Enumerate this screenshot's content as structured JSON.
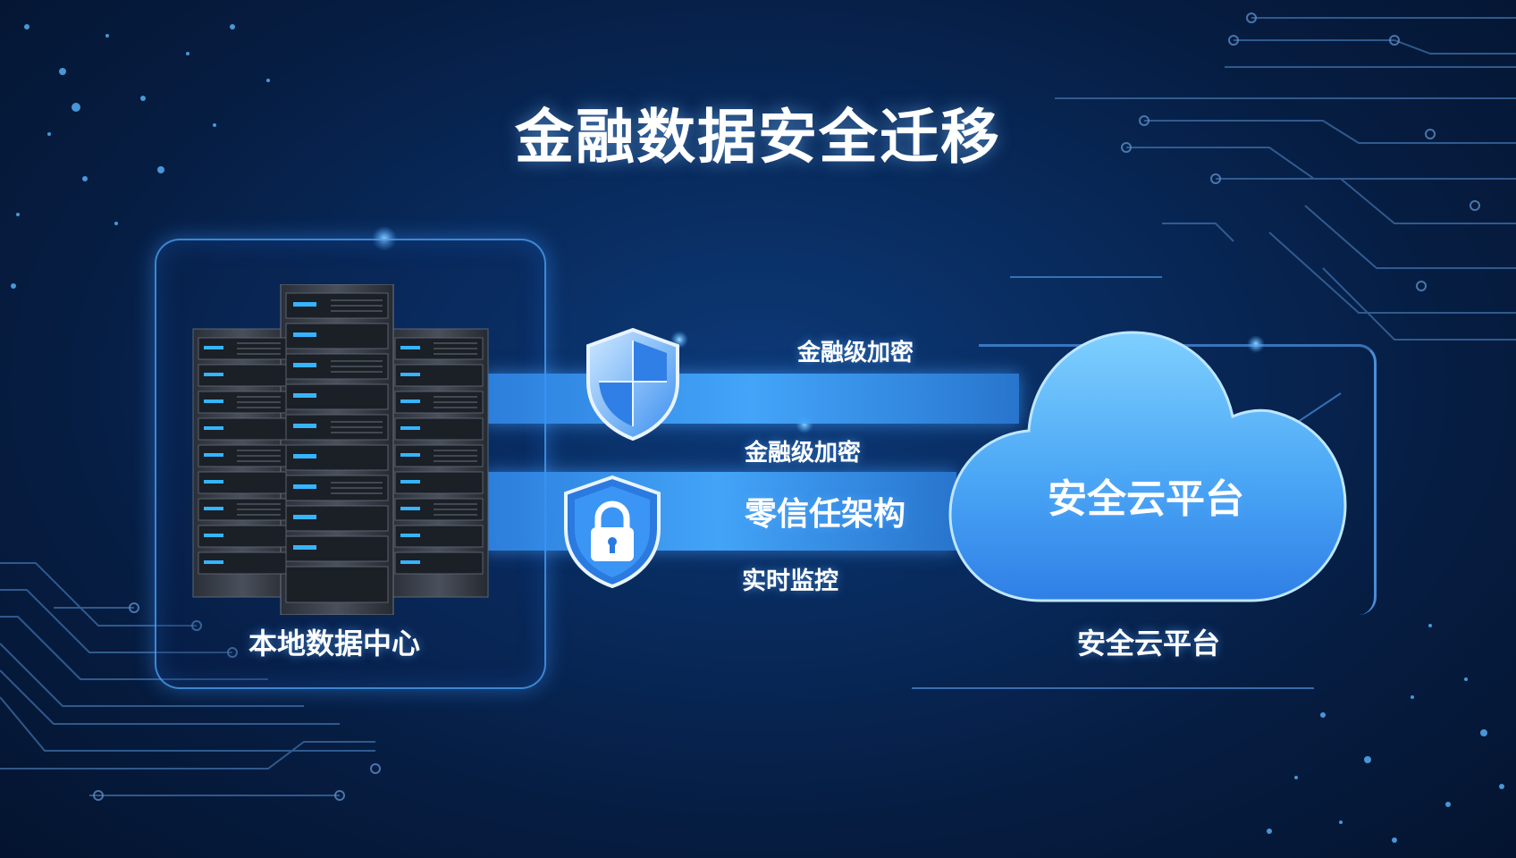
{
  "title": "金融数据安全迁移",
  "datacenter": {
    "label": "本地数据中心"
  },
  "cloud": {
    "text": "安全云平台",
    "label": "安全云平台"
  },
  "channels": {
    "top_label": "金融级加密",
    "mid_label": "金融级加密",
    "main_label": "零信任架构",
    "bottom_label": "实时监控"
  },
  "icons": {
    "shield": "shield-icon",
    "lock": "lock-shield-icon",
    "server": "server-rack-icon",
    "cloud": "cloud-icon"
  },
  "colors": {
    "accent": "#3fa0ff",
    "cloud_light": "#6ec8ff",
    "cloud_dark": "#2f7fe6"
  }
}
